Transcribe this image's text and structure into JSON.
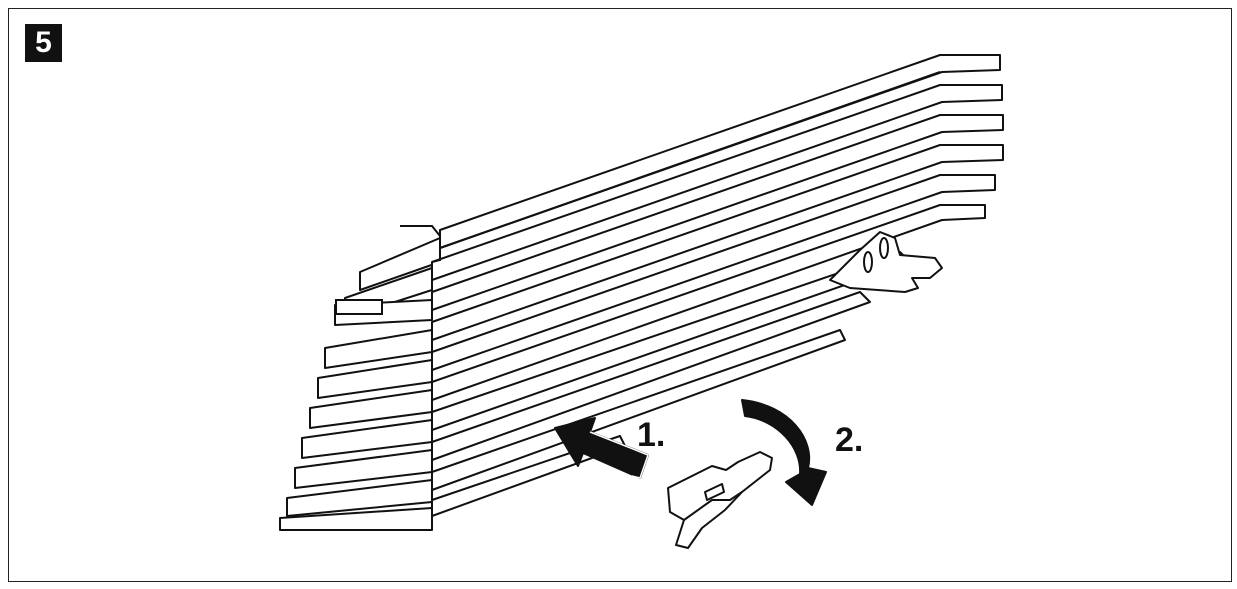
{
  "figure": {
    "step_number": "5",
    "steps": [
      {
        "label": "1."
      },
      {
        "label": "2."
      }
    ]
  },
  "colors": {
    "line": "#111111",
    "fill": "#ffffff",
    "arrow": "#111111"
  },
  "icons": [
    "push-arrow-icon",
    "rotate-arrow-icon",
    "mounting-clip-icon",
    "wall-bracket-icon"
  ]
}
